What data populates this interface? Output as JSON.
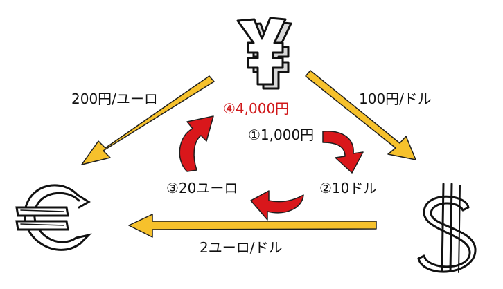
{
  "colors": {
    "arrow_yellow": "#f6c12c",
    "arrow_outline": "#1e1e1e",
    "curve_red": "#d9171b",
    "text": "#111111",
    "highlight_text": "#d0191b"
  },
  "icons": {
    "top": "yen-icon",
    "left": "euro-icon",
    "right": "dollar-icon"
  },
  "labels": {
    "yen_euro_rate": "200円/ユーロ",
    "yen_dollar_rate": "100円/ドル",
    "euro_dollar_rate": "2ユーロ/ドル",
    "step1": "①1,000円",
    "step2": "②10ドル",
    "step3": "③20ユーロ",
    "step4": "④4,000円"
  }
}
